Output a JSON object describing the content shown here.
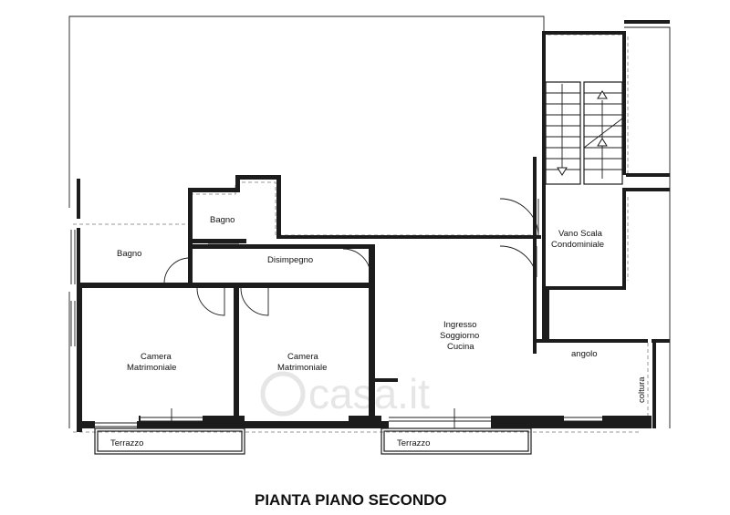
{
  "rooms": {
    "bagno_upper": "Bagno",
    "bagno_left": "Bagno",
    "disimpegno": "Disimpegno",
    "vano_scala": [
      "Vano Scala",
      "Condominiale"
    ],
    "ingresso": [
      "Ingresso",
      "Soggiorno",
      "Cucina"
    ],
    "camera_left": [
      "Camera",
      "Matrimoniale"
    ],
    "camera_mid": [
      "Camera",
      "Matrimoniale"
    ],
    "angolo": "angolo",
    "coltura": "coltura",
    "terrazzo_left": "Terrazzo",
    "terrazzo_right": "Terrazzo"
  },
  "title": "PIANTA PIANO SECONDO",
  "watermark": "casa.it"
}
